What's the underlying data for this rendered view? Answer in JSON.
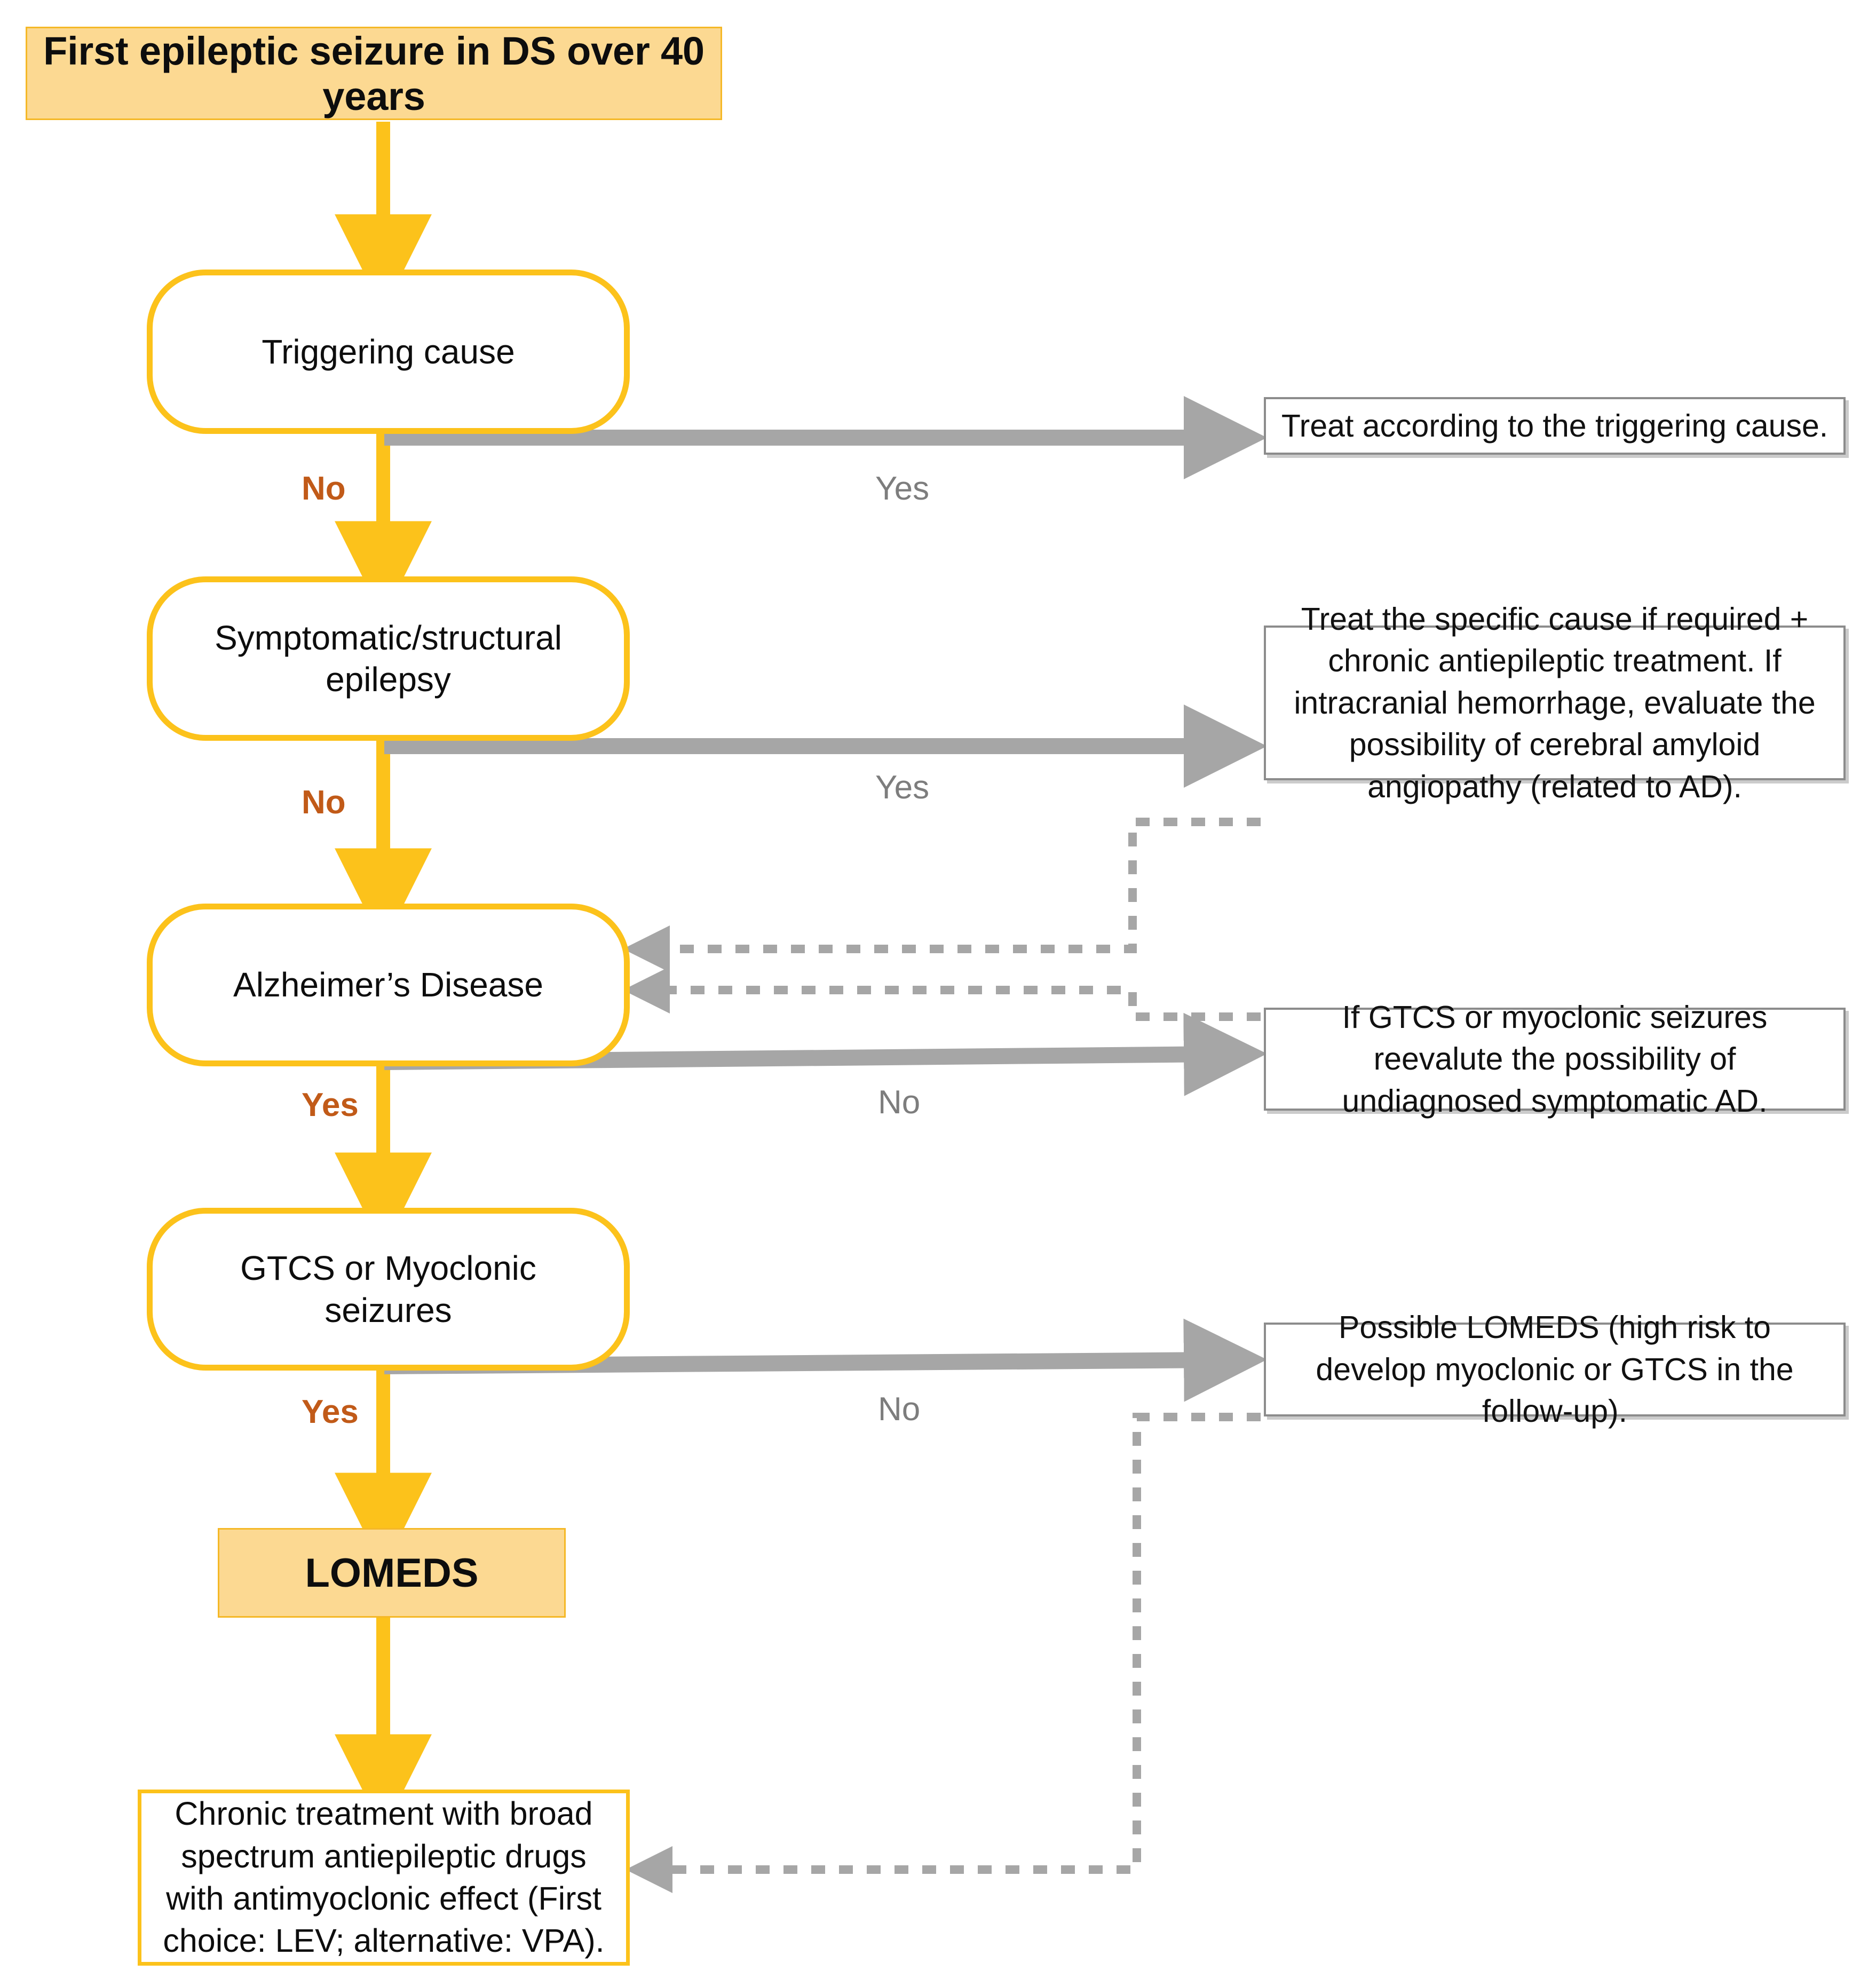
{
  "diagram": {
    "title": "First epileptic seizure in DS over 40 years",
    "colors": {
      "yellow_fill": "#fcd992",
      "yellow_border": "#fcc21b",
      "grey_arrow": "#a6a6a6",
      "grey_border": "#8c8c8c",
      "label_orange": "#c15a18",
      "label_grey": "#7d7d7d",
      "text": "#0d0d0d",
      "background": "#ffffff"
    }
  },
  "nodes": {
    "header": "First epileptic seizure in DS over 40 years",
    "trigger": "Triggering cause",
    "symptomatic": "Symptomatic/structural epilepsy",
    "alzheimer": "Alzheimer’s Disease",
    "gtcs": "GTCS or Myoclonic seizures",
    "lomeds": "LOMEDS",
    "chronic": "Chronic treatment with broad spectrum antiepileptic drugs with antimyoclonic effect (First choice: LEV; alternative: VPA)."
  },
  "side_boxes": [
    {
      "id": "side-1",
      "text": "Treat according to the triggering cause."
    },
    {
      "id": "side-2",
      "text": "Treat the specific cause if required + chronic antiepileptic treatment. If intracranial hemorrhage, evaluate the possibility of cerebral amyloid angiopathy (related to AD)."
    },
    {
      "id": "side-3",
      "text": "If GTCS or myoclonic seizures reevalute the possibility of undiagnosed symptomatic AD."
    },
    {
      "id": "side-4",
      "text": "Possible LOMEDS (high risk to develop myoclonic or GTCS in the follow-up)."
    }
  ],
  "edge_labels": {
    "no_1": "No",
    "no_2": "No",
    "yes_3": "Yes",
    "yes_4": "Yes",
    "yes_a": "Yes",
    "yes_b": "Yes",
    "no_c": "No",
    "no_d": "No"
  }
}
